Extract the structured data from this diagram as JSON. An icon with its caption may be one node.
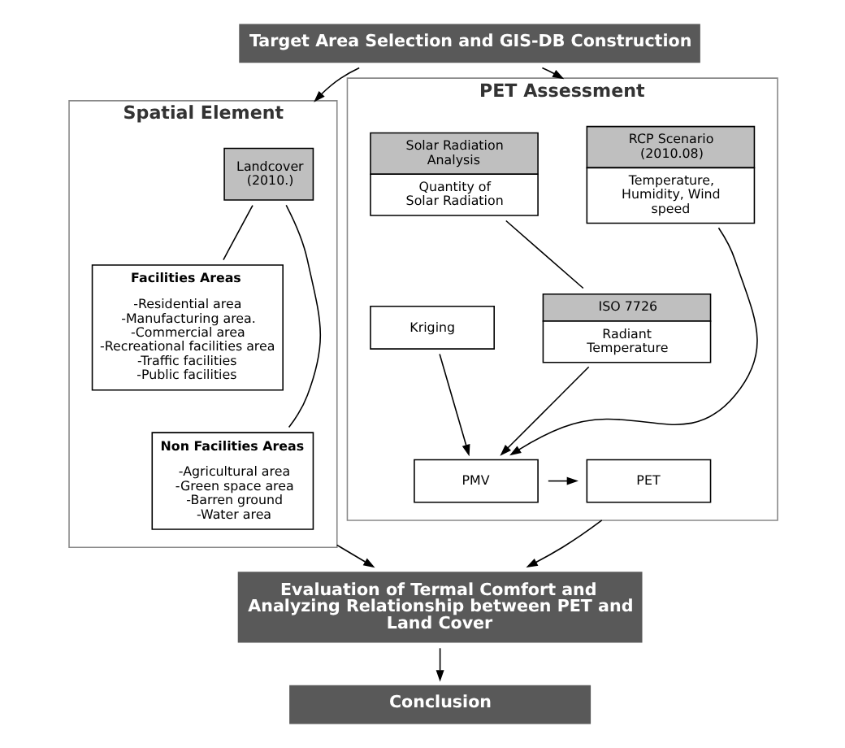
{
  "diagram": {
    "nodes": [
      {
        "text": [
          "Target Area Selection and GIS-DB Construction"
        ]
      },
      {
        "text": [
          "Spatial Element"
        ]
      },
      {
        "text": [
          "Landcover (2010.)"
        ],
        "in": 1
      },
      {
        "text": [
          "Facilities Areas",
          "-Residential area -Manufacturing area. -Commercial area -Recreational facilities area -Traffic facilities -Public facilities"
        ],
        "in": 1
      },
      {
        "text": [
          "Non Facilities Areas",
          "-Agricultural area -Green space area -Barren ground -Water area"
        ],
        "in": 1
      },
      {
        "text": [
          "PET Assessment"
        ]
      },
      {
        "text": [
          "RCP Scenario (2010.08)",
          "Temperature, Humidity, Wind speed"
        ],
        "in": 5
      },
      {
        "text": [
          "Solar Radiation Analysis",
          "Quantity of Solar Radiation"
        ],
        "in": 5
      },
      {
        "text": [
          "Kriging"
        ],
        "in": 5
      },
      {
        "text": [
          "ISO 7726",
          "Radiant Temperature"
        ],
        "in": 5
      },
      {
        "text": [
          "PMV"
        ],
        "in": 5
      },
      {
        "text": [
          "PET"
        ],
        "in": 5
      },
      {
        "text": [
          "Evaluation of Termal Comfort and Analyzing Relationship between PET and Land Cover"
        ]
      },
      {
        "text": [
          "Conclusion"
        ]
      }
    ],
    "edges": [
      {
        "from": 0,
        "to": 1,
        "arrow": "to"
      },
      {
        "from": 0,
        "to": 5,
        "arrow": "to"
      },
      {
        "from": 2,
        "to": 3,
        "arrow": "none"
      },
      {
        "from": 2,
        "to": 4,
        "arrow": "none"
      },
      {
        "from": 6,
        "to": 10,
        "arrow": "to"
      },
      {
        "from": 7,
        "to": 9,
        "arrow": "none"
      },
      {
        "from": 8,
        "to": 10,
        "arrow": "to"
      },
      {
        "from": 9,
        "to": 10,
        "arrow": "to"
      },
      {
        "from": 10,
        "to": 11,
        "arrow": "to"
      },
      {
        "from": 1,
        "to": 12,
        "arrow": "to"
      },
      {
        "from": 5,
        "to": 12,
        "arrow": "to"
      },
      {
        "from": 12,
        "to": 13,
        "arrow": "to"
      }
    ]
  }
}
